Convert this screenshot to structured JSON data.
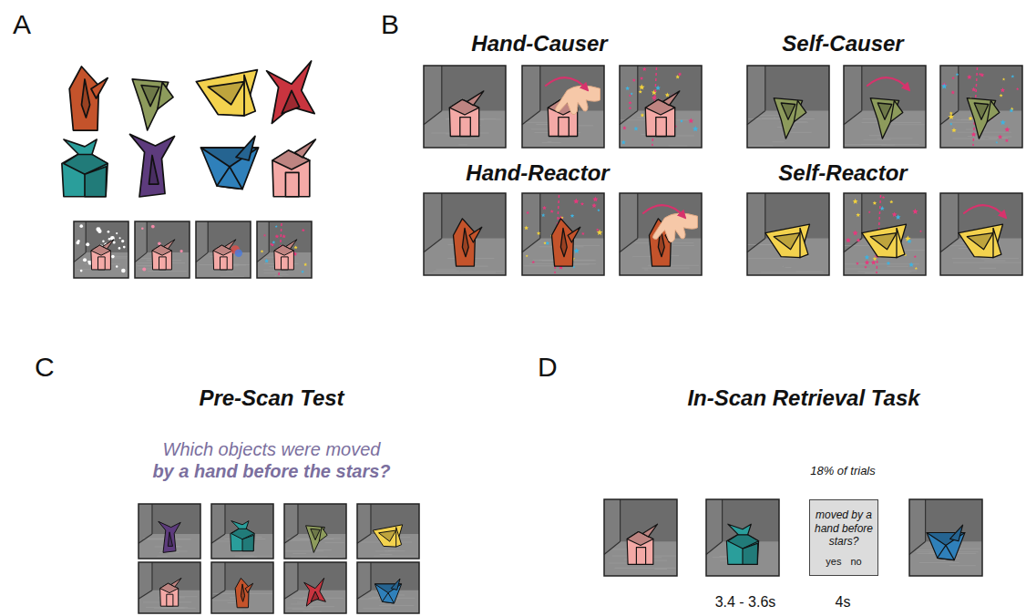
{
  "diagram": {
    "nodes": [
      {
        "text": [
          "moved by a hand before stars?",
          "yes",
          "no"
        ]
      }
    ],
    "labels": [
      "A",
      "B",
      "Hand-Causer",
      "Self-Causer",
      "Hand-Reactor",
      "Self-Reactor",
      "C",
      "Pre-Scan Test",
      "Which objects were moved",
      "by a hand before the stars?",
      "D",
      "In-Scan Retrieval Task",
      "18% of trials",
      "3.4 - 3.6s",
      "4s"
    ]
  }
}
